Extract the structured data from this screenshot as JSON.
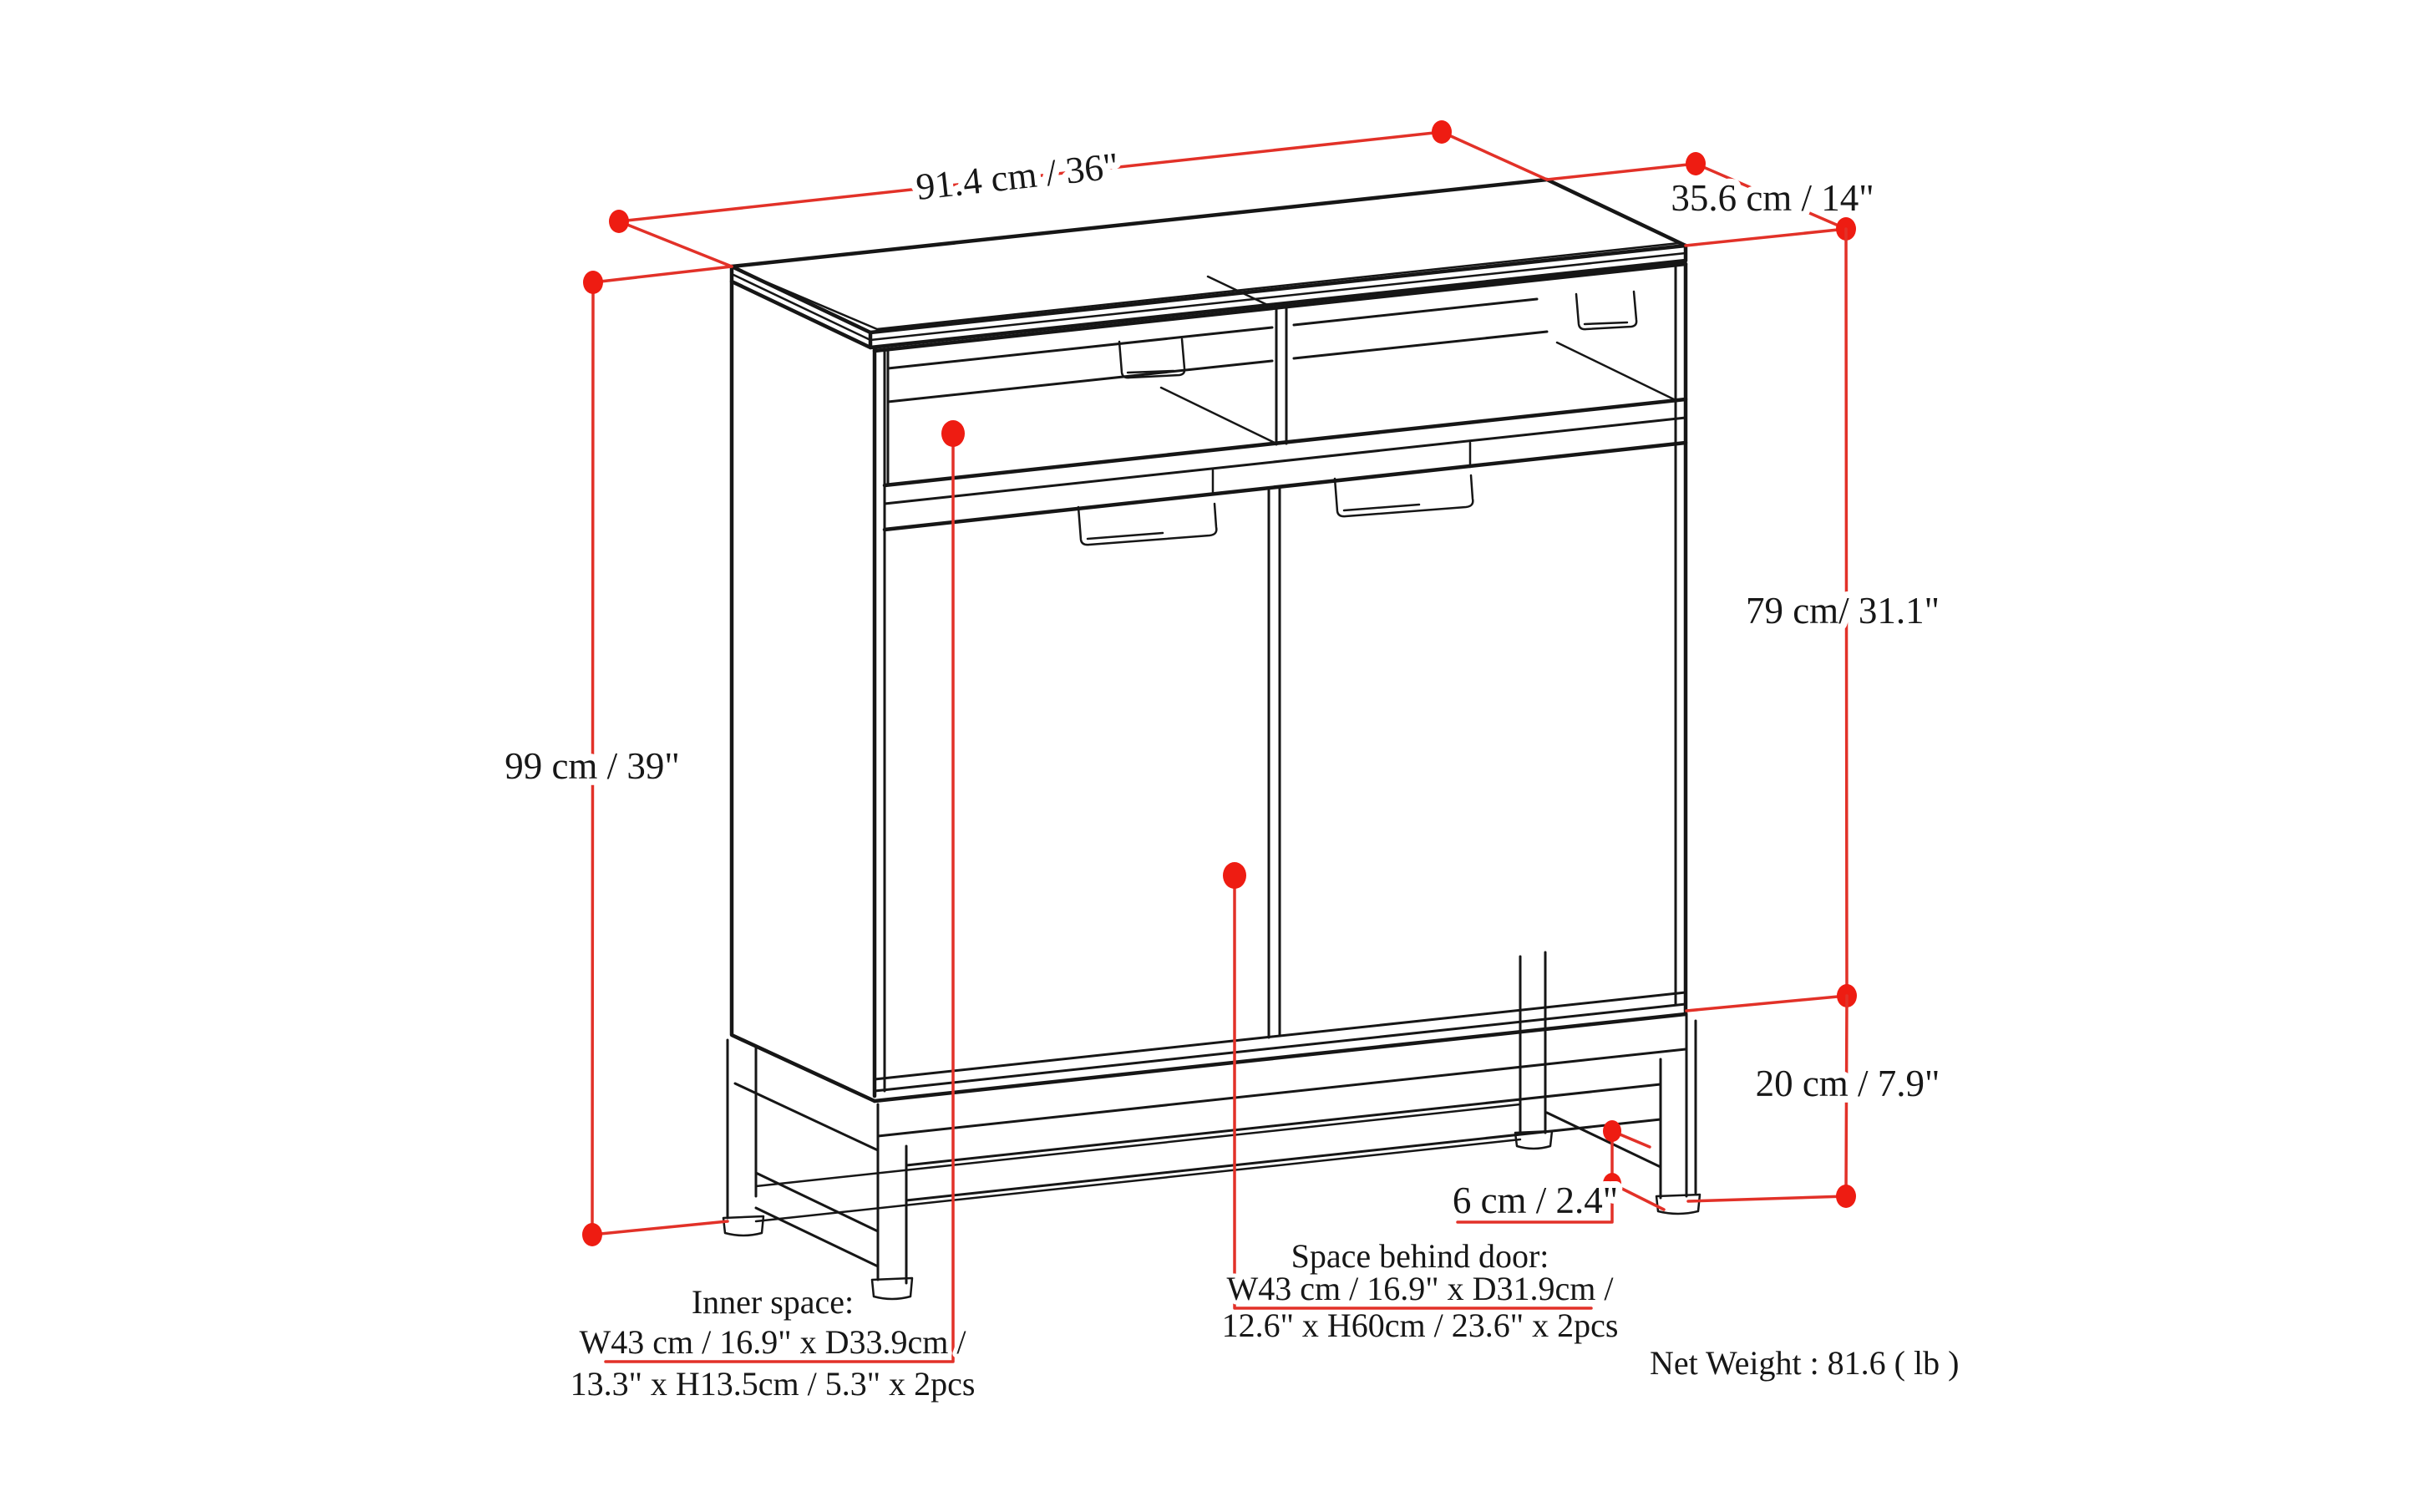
{
  "colors": {
    "dimension_red": "#e23128",
    "endpoint_dot_red": "#ee1c12",
    "line_black": "#161616",
    "background": "#ffffff"
  },
  "dimensions": {
    "width": {
      "label": "91.4 cm / 36\""
    },
    "depth": {
      "label": "35.6 cm / 14\""
    },
    "overall_height": {
      "label": "99 cm / 39\""
    },
    "cabinet_height": {
      "label": "79 cm/ 31.1\""
    },
    "base_height": {
      "label": "20 cm / 7.9\""
    },
    "leg_clearance": {
      "label": "6 cm / 2.4\""
    }
  },
  "notes": {
    "inner_space": {
      "title": "Inner space:",
      "dims_line1": "W43 cm / 16.9\" x D33.9cm /",
      "dims_line2": "13.3\" x H13.5cm / 5.3\" x 2pcs"
    },
    "space_behind_door": {
      "title": "Space behind door:",
      "dims_line1": "W43 cm / 16.9\" x D31.9cm /",
      "dims_line2": "12.6\" x H60cm / 23.6\" x 2pcs"
    },
    "net_weight": {
      "label": "Net Weight : 81.6 ( lb )"
    }
  }
}
